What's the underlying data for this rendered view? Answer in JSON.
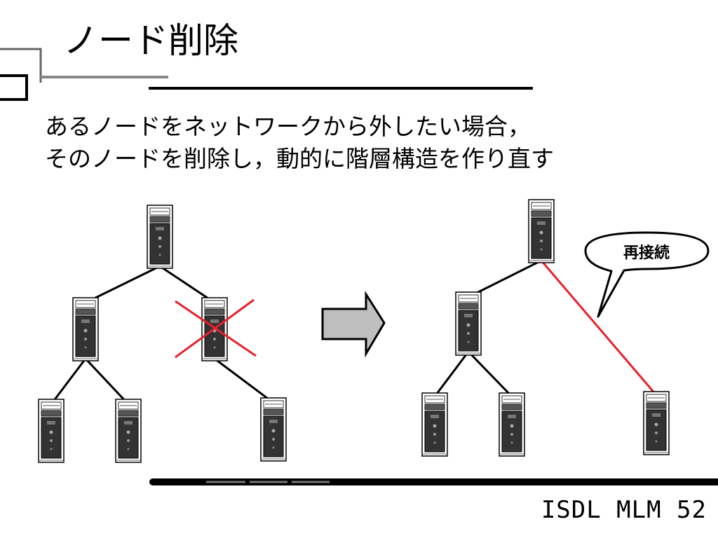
{
  "slide": {
    "title": "ノード削除",
    "body_line1": "あるノードをネットワークから外したい場合，",
    "body_line2": "そのノードを削除し，動的に階層構造を作り直す",
    "footer": "ISDL MLM 52"
  },
  "diagram": {
    "callout_label": "再接続",
    "edge_color": "#000000",
    "reconnect_color": "#e8202a",
    "cross_color": "#e8202a",
    "arrow_fill": "#bfbfbf",
    "icons": "computer-tower-icon"
  }
}
